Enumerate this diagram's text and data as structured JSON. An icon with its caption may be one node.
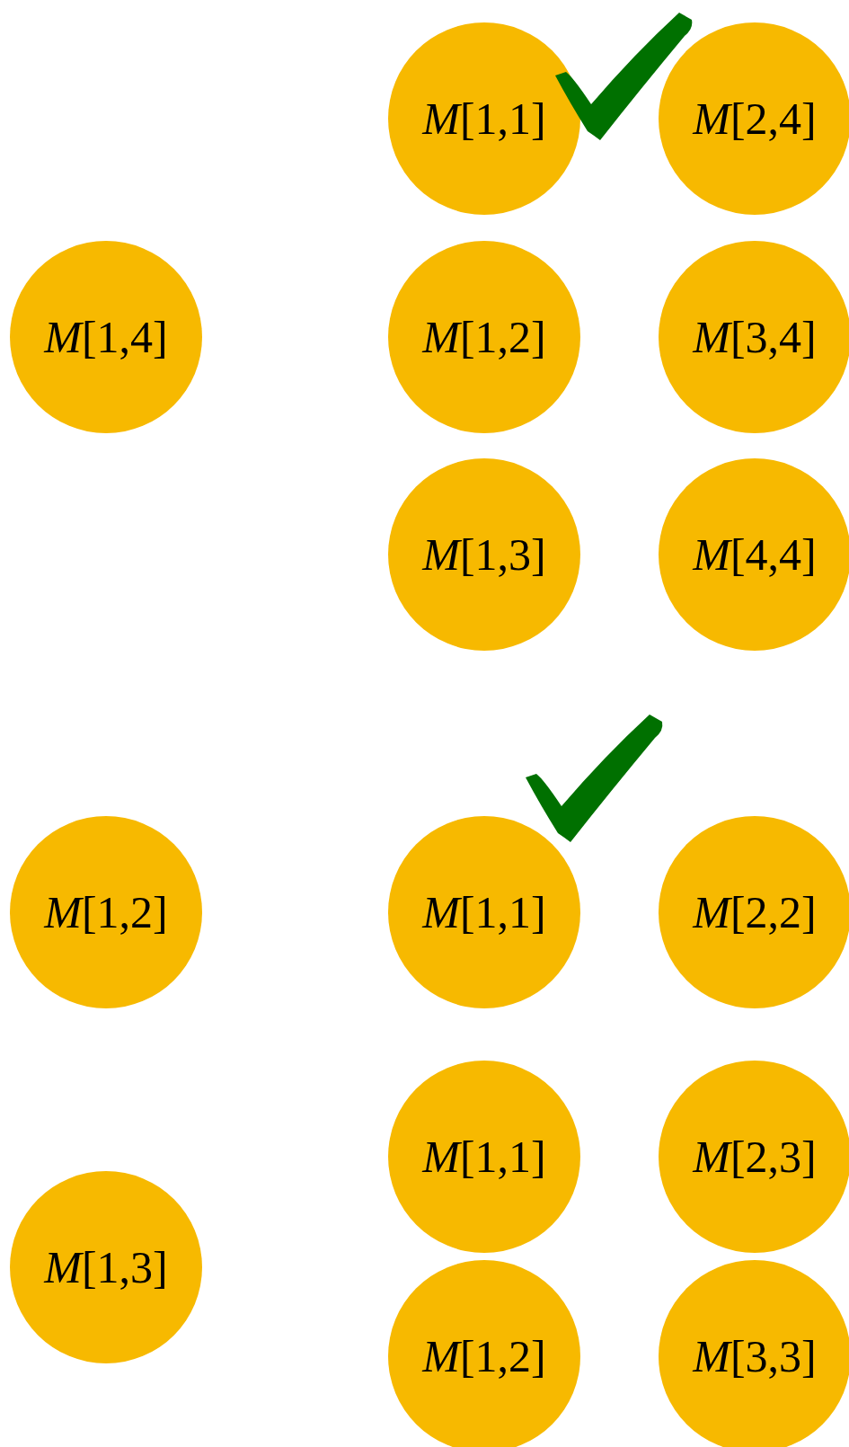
{
  "diagram": {
    "nodes": [
      {
        "text": [
          "*M*[1,1]"
        ]
      },
      {
        "text": [
          "*M*[2,4]"
        ]
      },
      {
        "text": [
          "*M*[1,4]"
        ]
      },
      {
        "text": [
          "*M*[1,2]"
        ]
      },
      {
        "text": [
          "*M*[3,4]"
        ]
      },
      {
        "text": [
          "*M*[1,3]"
        ]
      },
      {
        "text": [
          "*M*[4,4]"
        ]
      },
      {
        "text": [
          "*M*[1,2]"
        ]
      },
      {
        "text": [
          "*M*[1,1]"
        ]
      },
      {
        "text": [
          "*M*[2,2]"
        ]
      },
      {
        "text": [
          "*M*[1,1]"
        ]
      },
      {
        "text": [
          "*M*[2,3]"
        ]
      },
      {
        "text": [
          "*M*[1,3]"
        ]
      },
      {
        "text": [
          "*M*[1,2]"
        ]
      },
      {
        "text": [
          "*M*[3,3]"
        ]
      }
    ],
    "edges": []
  }
}
